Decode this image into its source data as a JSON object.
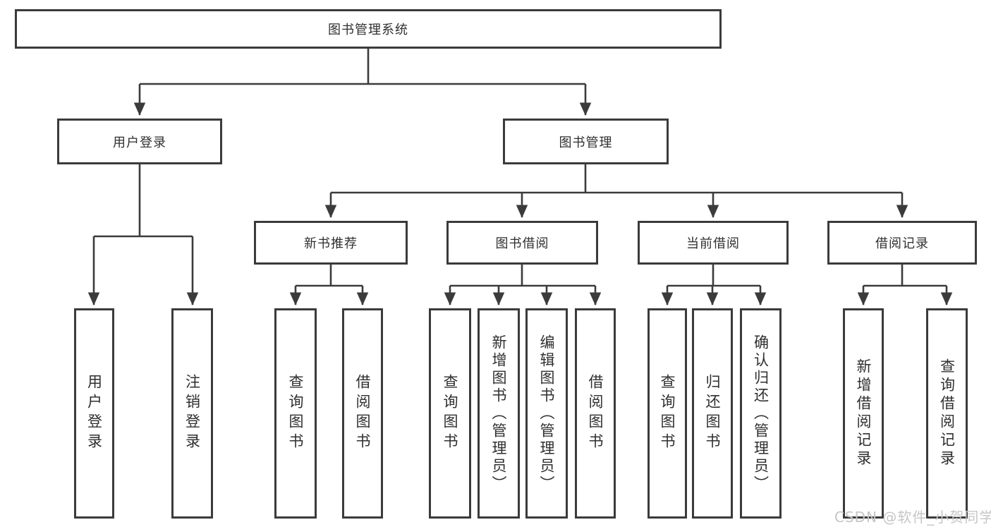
{
  "diagram": {
    "root": {
      "label": "图书管理系统"
    },
    "level2": {
      "user_login": {
        "label": "用户登录"
      },
      "book_mgmt": {
        "label": "图书管理"
      }
    },
    "level3": {
      "new_book_rec": {
        "label": "新书推荐"
      },
      "book_borrow": {
        "label": "图书借阅"
      },
      "current_borrow": {
        "label": "当前借阅"
      },
      "borrow_record": {
        "label": "借阅记录"
      }
    },
    "leaves": {
      "login": {
        "label": "用户登录"
      },
      "logout": {
        "label": "注销登录"
      },
      "rec_query_book": {
        "label": "查询图书"
      },
      "rec_borrow_book": {
        "label": "借阅图书"
      },
      "bb_query_book": {
        "label": "查询图书"
      },
      "bb_add_book": {
        "label": "新增图书（管理员）"
      },
      "bb_edit_book": {
        "label": "编辑图书（管理员）"
      },
      "bb_borrow_book": {
        "label": "借阅图书"
      },
      "cb_query_book": {
        "label": "查询图书"
      },
      "cb_return_book": {
        "label": "归还图书"
      },
      "cb_confirm_return": {
        "label": "确认归还（管理员）"
      },
      "br_add_record": {
        "label": "新增借阅记录"
      },
      "br_query_record": {
        "label": "查询借阅记录"
      }
    }
  },
  "watermark": {
    "text": "CSDN @软件_小贺同学"
  },
  "colors": {
    "line": "#3b3b3b",
    "text": "#2f2f2f",
    "background": "#ffffff",
    "watermark": "#c6c6c6"
  }
}
